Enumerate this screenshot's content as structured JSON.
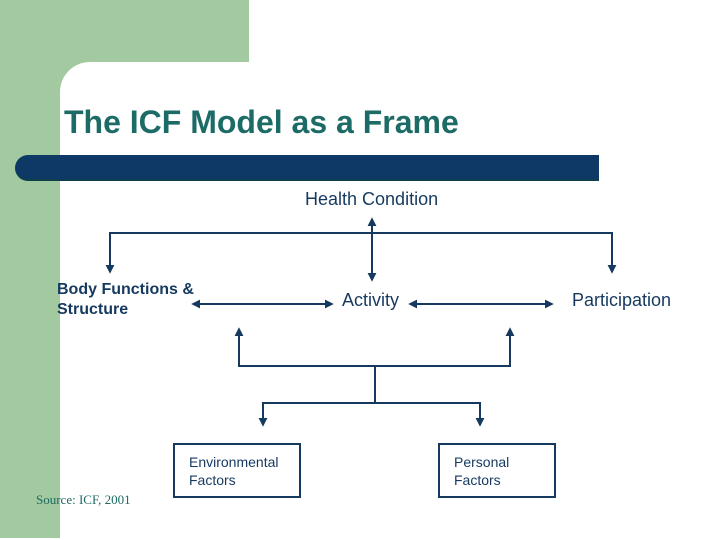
{
  "title": "The ICF Model as a Frame",
  "source_note": "Source: ICF, 2001",
  "diagram": {
    "health_condition": "Health Condition",
    "body_functions_line1": "Body Functions &",
    "body_functions_line2": "Structure",
    "activity": "Activity",
    "participation": "Participation",
    "environmental_line1": "Environmental",
    "environmental_line2": "Factors",
    "personal_line1": "Personal",
    "personal_line2": "Factors"
  },
  "colors": {
    "accent_green": "#a3c9a0",
    "navy_bar": "#0e3866",
    "title_teal": "#1d6b66",
    "diagram_navy": "#16395f"
  }
}
